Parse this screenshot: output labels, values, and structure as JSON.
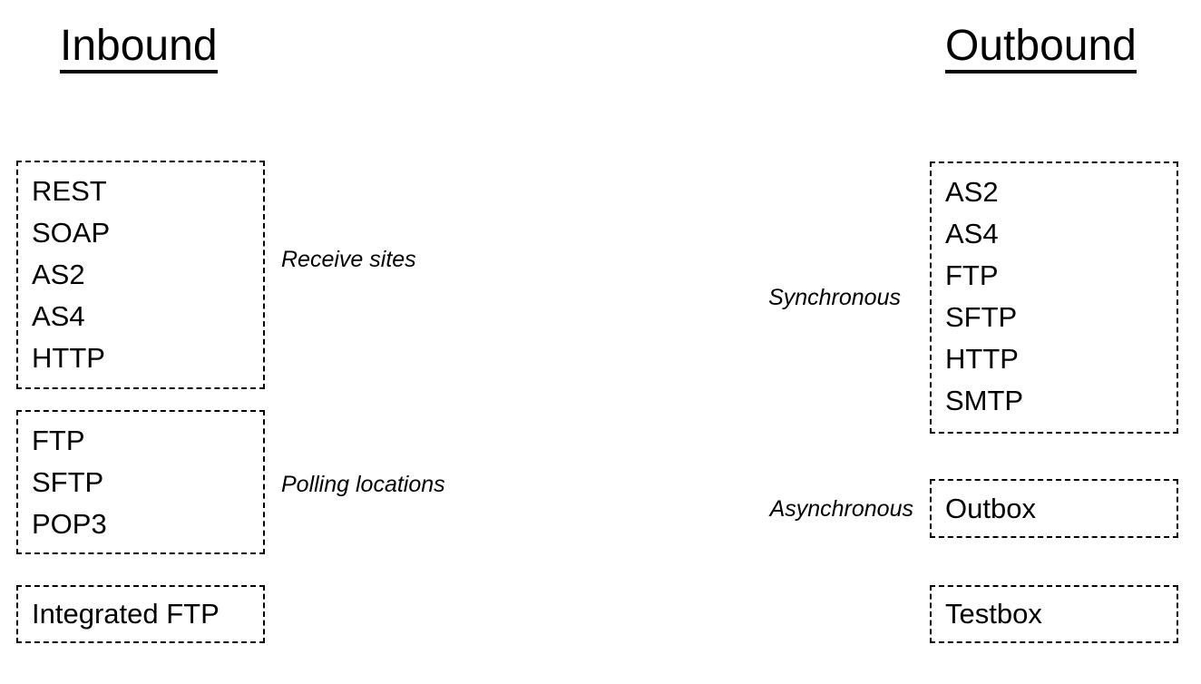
{
  "colors": {
    "text": "#000000",
    "border": "#000000",
    "background": "#ffffff"
  },
  "titles": {
    "inbound": "Inbound",
    "outbound": "Outbound"
  },
  "inbound": {
    "receive_sites": {
      "label": "Receive sites",
      "items": [
        "REST",
        "SOAP",
        "AS2",
        "AS4",
        "HTTP"
      ]
    },
    "polling_locations": {
      "label": "Polling locations",
      "items": [
        "FTP",
        "SFTP",
        "POP3"
      ]
    },
    "integrated_ftp": {
      "items": [
        "Integrated FTP"
      ]
    }
  },
  "outbound": {
    "synchronous": {
      "label": "Synchronous",
      "items": [
        "AS2",
        "AS4",
        "FTP",
        "SFTP",
        "HTTP",
        "SMTP"
      ]
    },
    "asynchronous": {
      "label": "Asynchronous",
      "items": [
        "Outbox"
      ]
    },
    "testbox": {
      "items": [
        "Testbox"
      ]
    }
  }
}
